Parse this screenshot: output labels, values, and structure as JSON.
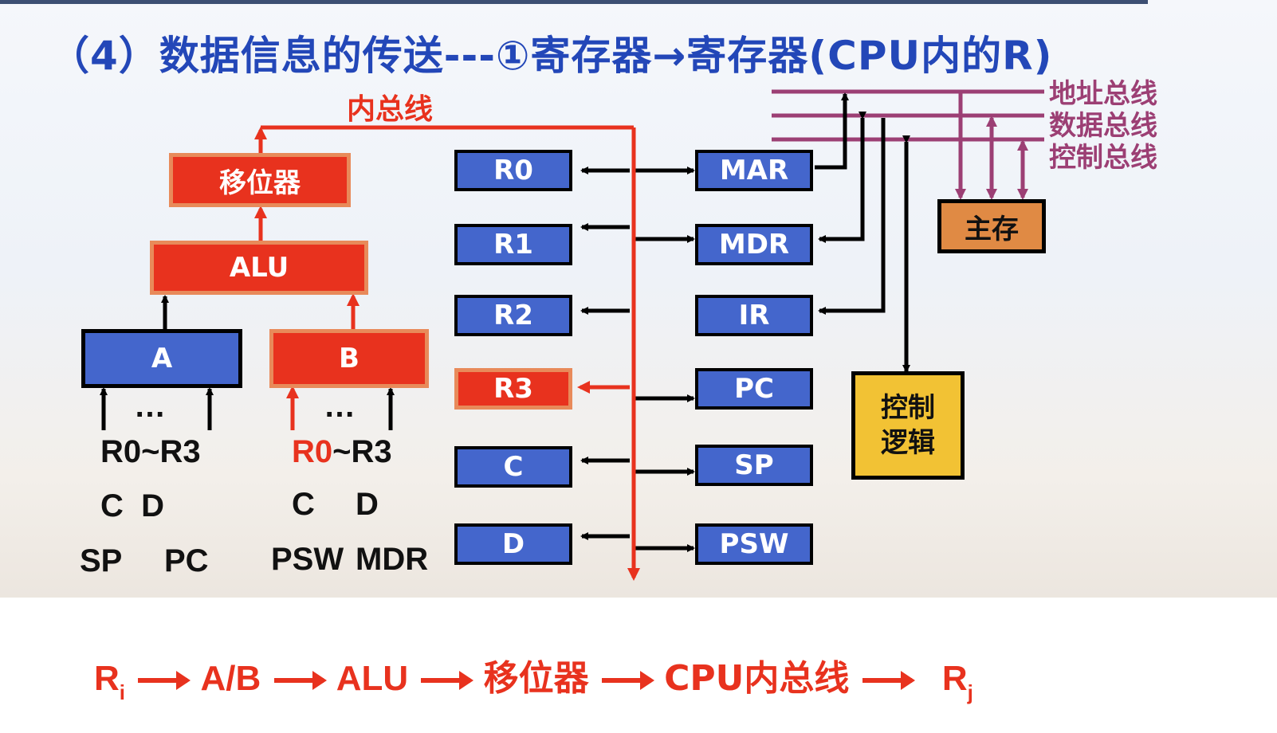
{
  "title": "（4）数据信息的传送---①寄存器→寄存器(CPU内的R)",
  "internal_bus_label": "内总线",
  "bus_labels": [
    "地址总线",
    "数据总线",
    "控制总线"
  ],
  "shifter": "移位器",
  "alu": "ALU",
  "reg_a": "A",
  "reg_b": "B",
  "left_regs": [
    "R0",
    "R1",
    "R2",
    "R3",
    "C",
    "D"
  ],
  "right_regs": [
    "MAR",
    "MDR",
    "IR",
    "PC",
    "SP",
    "PSW"
  ],
  "main_memory": "主存",
  "control_logic_line1": "控制",
  "control_logic_line2": "逻辑",
  "a_inputs": {
    "dots": "…",
    "line1": "R0~R3",
    "line2": "C  D",
    "line3_left": "SP",
    "line3_right": "PC"
  },
  "b_inputs": {
    "dots": "…",
    "r0": "R0",
    "rest": "~R3",
    "line2_left": "C",
    "line2_right": "D",
    "line3_left": "PSW",
    "line3_right": "MDR"
  },
  "formula": {
    "r": "R",
    "i": "i",
    "ab": "A/B",
    "alu": "ALU",
    "shifter": "移位器",
    "cpu_bus": "CPU内总线",
    "j": "j"
  },
  "colors": {
    "blue_box": "#4466cc",
    "red_box": "#e8321e",
    "title": "#2347b8",
    "bus": "#9c3f74",
    "memory": "#e08a44",
    "control": "#f2c234"
  }
}
